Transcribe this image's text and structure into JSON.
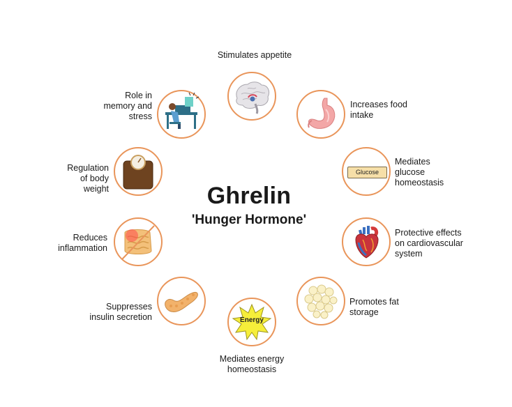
{
  "title": "Ghrelin",
  "subtitle": "'Hunger Hormone'",
  "colors": {
    "ring": "#e9955a"
  },
  "effects": [
    {
      "id": "appetite",
      "icon": "brain-icon",
      "lines": [
        "Stimulates appetite"
      ]
    },
    {
      "id": "food-intake",
      "icon": "stomach-icon",
      "lines": [
        "Increases food",
        "intake"
      ]
    },
    {
      "id": "glucose",
      "icon": "glucose-tag-icon",
      "tag": "Glucose",
      "lines": [
        "Mediates",
        "glucose",
        "homeostasis"
      ]
    },
    {
      "id": "cardio",
      "icon": "heart-icon",
      "lines": [
        "Protective effects",
        "on cardiovascular",
        "system"
      ]
    },
    {
      "id": "fat",
      "icon": "fat-cells-icon",
      "lines": [
        "Promotes fat",
        "storage"
      ]
    },
    {
      "id": "energy",
      "icon": "energy-burst-icon",
      "tag": "Energy",
      "lines": [
        "Mediates energy",
        "homeostasis"
      ]
    },
    {
      "id": "insulin",
      "icon": "pancreas-icon",
      "lines": [
        "Suppresses",
        "insulin secretion"
      ]
    },
    {
      "id": "inflammation",
      "icon": "inflamed-intestine-icon",
      "lines": [
        "Reduces",
        "inflammation"
      ]
    },
    {
      "id": "body-weight",
      "icon": "scale-icon",
      "lines": [
        "Regulation",
        "of body",
        "weight"
      ]
    },
    {
      "id": "memory",
      "icon": "stressed-person-icon",
      "lines": [
        "Role in",
        "memory and",
        "stress"
      ]
    }
  ]
}
